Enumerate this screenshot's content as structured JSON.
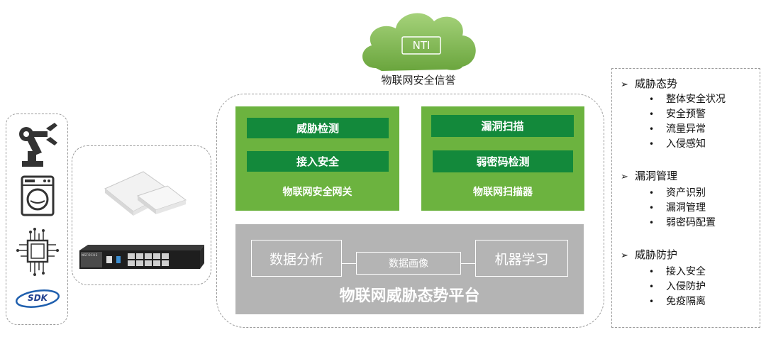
{
  "cloud": {
    "badge": "NTI",
    "label": "物联网安全信誉"
  },
  "devices": {
    "sdk_label": "SDK"
  },
  "hardware": {
    "brand": "NSFOCUS"
  },
  "gateway": {
    "bars": [
      "威胁检测",
      "接入安全"
    ],
    "title": "物联网安全网关"
  },
  "scanner": {
    "bars": [
      "漏洞扫描",
      "弱密码检测"
    ],
    "title": "物联网扫描器"
  },
  "platform": {
    "left_box": "数据分析",
    "middle_box": "数据画像",
    "right_box": "机器学习",
    "title": "物联网威胁态势平台"
  },
  "features": [
    {
      "title": "威胁态势",
      "items": [
        "整体安全状况",
        "安全预警",
        "流量异常",
        "入侵感知"
      ]
    },
    {
      "title": "漏洞管理",
      "items": [
        "资产识别",
        "漏洞管理",
        "弱密码配置"
      ]
    },
    {
      "title": "威胁防护",
      "items": [
        "接入安全",
        "入侵防护",
        "免疫隔离"
      ]
    }
  ],
  "colors": {
    "green_panel": "#6cb33f",
    "green_bar": "#13893b",
    "gray_panel": "#b4b4b4"
  }
}
